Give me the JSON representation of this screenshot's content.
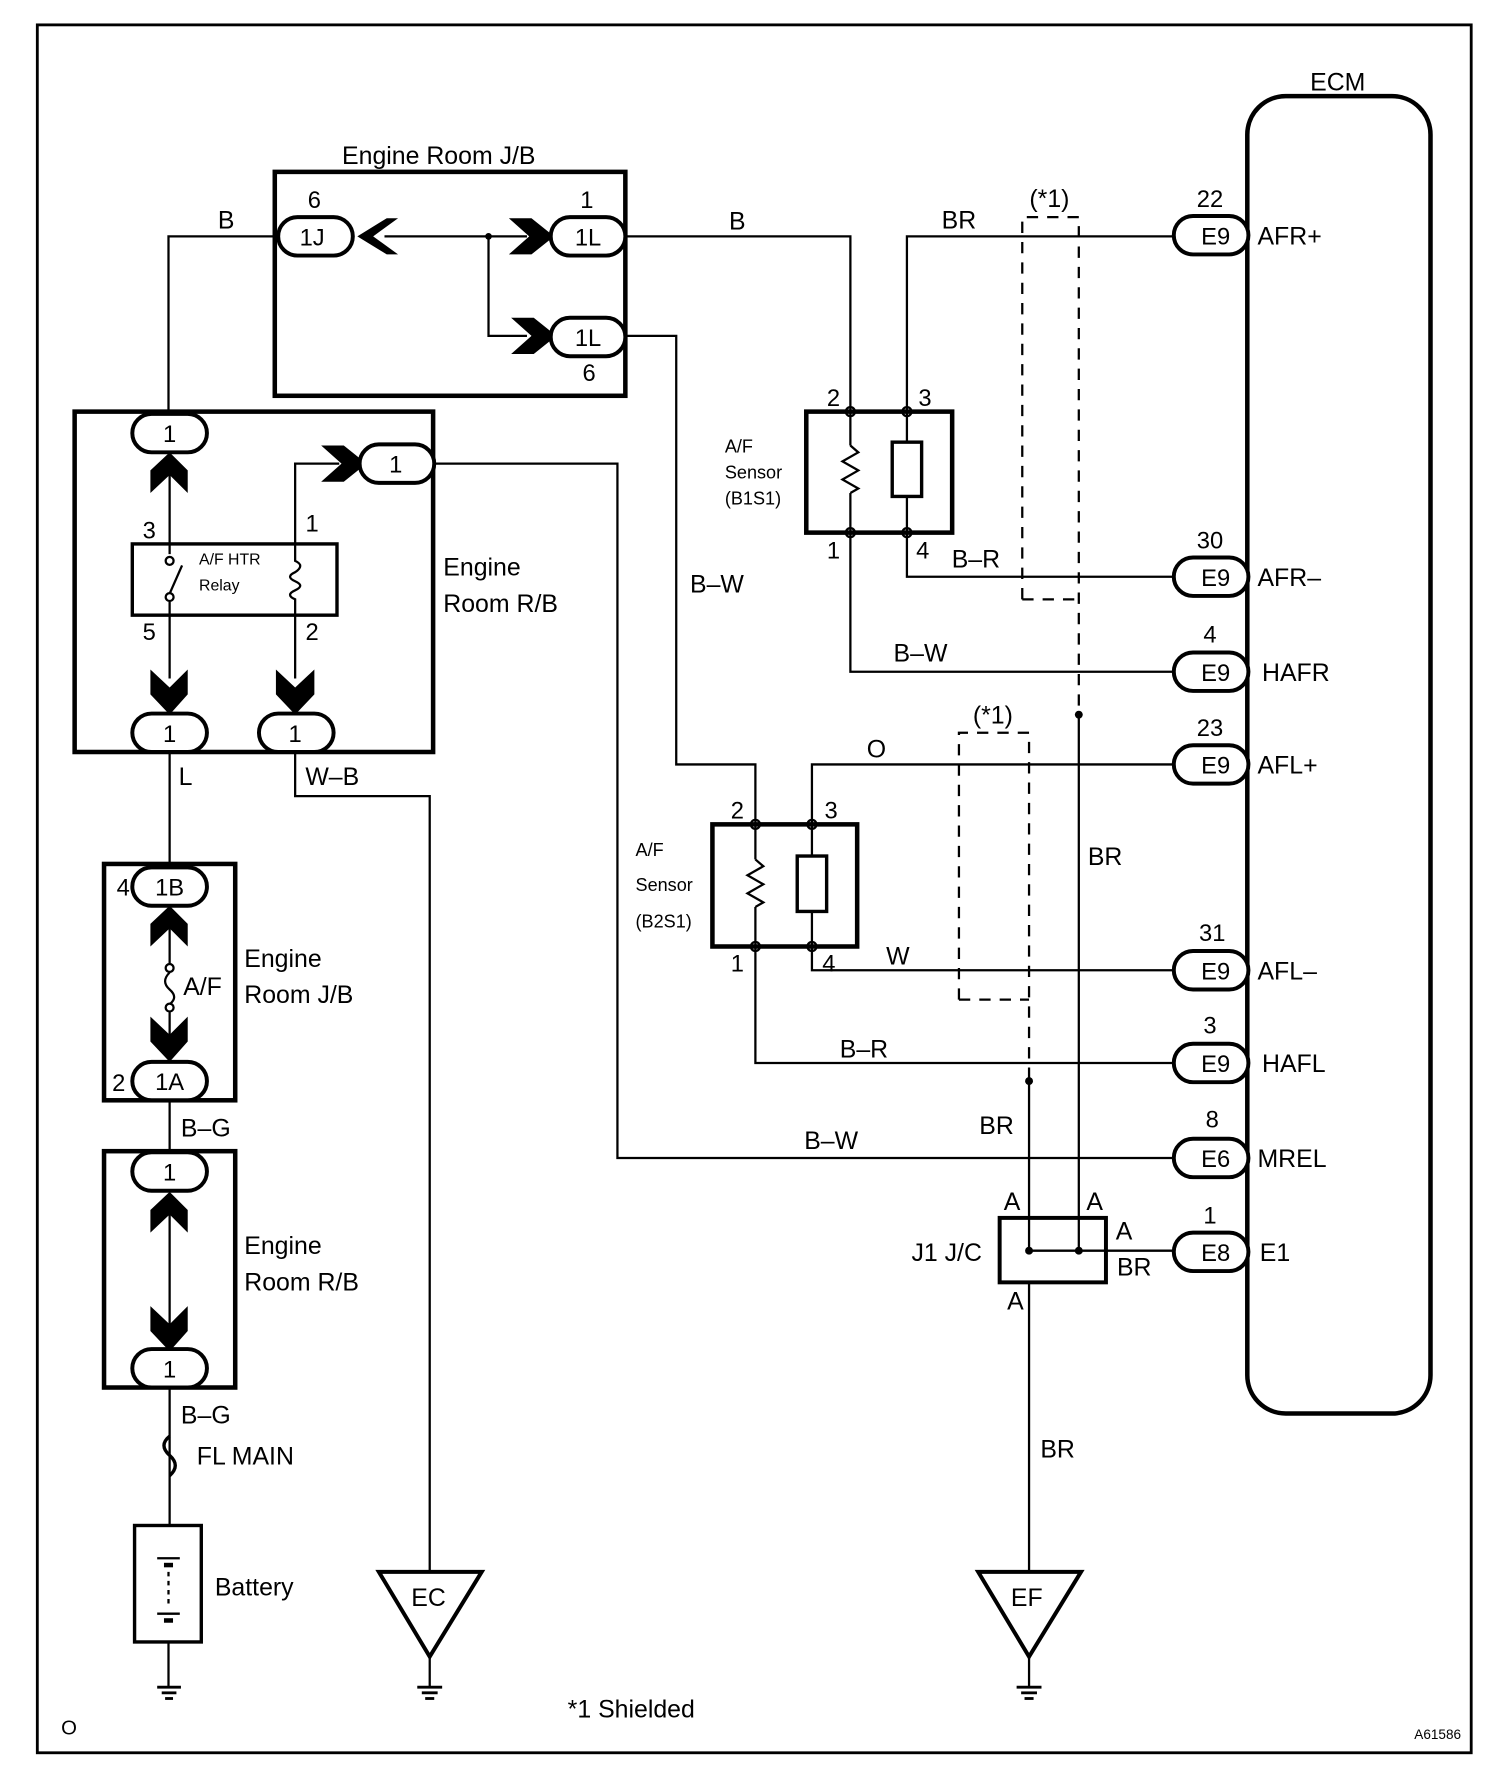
{
  "diagram": {
    "title": "A/F Sensor Heater Circuit",
    "figure_id": "A61586",
    "corner_mark": "O",
    "footnote": "*1 Shielded",
    "shield_label": "(*1)",
    "components": {
      "ecm": "ECM",
      "jb_top": "Engine Room J/B",
      "rb_top_line1": "Engine",
      "rb_top_line2": "Room R/B",
      "relay_line1": "A/F HTR",
      "relay_line2": "Relay",
      "jb_mid_line1": "Engine",
      "jb_mid_line2": "Room J/B",
      "fuse_af": "A/F",
      "rb_low_line1": "Engine",
      "rb_low_line2": "Room R/B",
      "fuse_main": "FL MAIN",
      "battery": "Battery",
      "sensor1_line1": "A/F",
      "sensor1_line2": "Sensor",
      "sensor1_line3": "(B1S1)",
      "sensor2_line1": "A/F",
      "sensor2_line2": "Sensor",
      "sensor2_line3": "(B2S1)",
      "jc": "J1 J/C",
      "ground_ec": "EC",
      "ground_ef": "EF"
    },
    "connectors": {
      "jb_1j": "1J",
      "jb_1j_pin": "6",
      "jb_1l_a": "1L",
      "jb_1l_a_pin": "1",
      "jb_1l_b": "1L",
      "jb_1l_b_pin": "6",
      "rb_top": "1",
      "rb_right": "1",
      "rb_bot_left": "1",
      "rb_bot_right": "1",
      "relay_pin3": "3",
      "relay_pin5": "5",
      "relay_pin1": "1",
      "relay_pin2": "2",
      "jb_1b": "1B",
      "jb_1b_pin": "4",
      "jb_1a": "1A",
      "jb_1a_pin": "2",
      "rb_low_top": "1",
      "rb_low_bot": "1",
      "s1_pin2": "2",
      "s1_pin3": "3",
      "s1_pin1": "1",
      "s1_pin4": "4",
      "s2_pin2": "2",
      "s2_pin3": "3",
      "s2_pin1": "1",
      "s2_pin4": "4",
      "jc_a1": "A",
      "jc_a2": "A",
      "jc_a3": "A",
      "jc_a4": "A"
    },
    "ecm_terminals": [
      {
        "pin": "22",
        "connector": "E9",
        "name": "AFR+"
      },
      {
        "pin": "30",
        "connector": "E9",
        "name": "AFR–"
      },
      {
        "pin": "4",
        "connector": "E9",
        "name": "HAFR"
      },
      {
        "pin": "23",
        "connector": "E9",
        "name": "AFL+"
      },
      {
        "pin": "31",
        "connector": "E9",
        "name": "AFL–"
      },
      {
        "pin": "3",
        "connector": "E9",
        "name": "HAFL"
      },
      {
        "pin": "8",
        "connector": "E6",
        "name": "MREL"
      },
      {
        "pin": "1",
        "connector": "E8",
        "name": "E1"
      }
    ],
    "wire_colors": {
      "b_left": "B",
      "b_right": "B",
      "br_afr": "BR",
      "br_afrm": "B–R",
      "bw_hafr": "B–W",
      "bw_vertical": "B–W",
      "o_afl": "O",
      "w_aflm": "W",
      "br_hafl": "B–R",
      "bw_mrel": "B–W",
      "br_shield": "BR",
      "br_mid": "BR",
      "br_e1": "BR",
      "br_ground": "BR",
      "l": "L",
      "wb": "W–B",
      "bg1": "B–G",
      "bg2": "B–G"
    }
  }
}
